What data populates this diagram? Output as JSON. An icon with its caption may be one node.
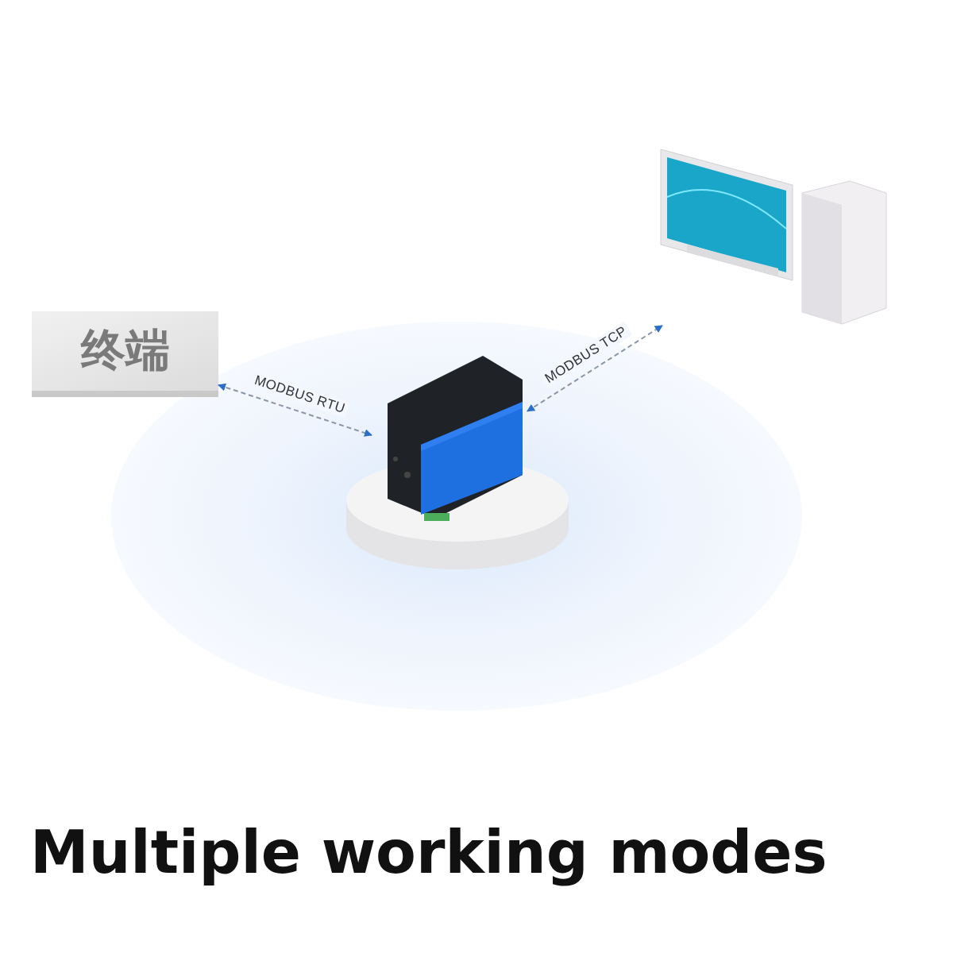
{
  "diagram": {
    "title": "Multiple working modes",
    "nodes": [
      {
        "text": [
          "终端"
        ]
      },
      {
        "text": [],
        "shape": "picture"
      },
      {
        "text": [],
        "shape": "picture"
      }
    ],
    "edges": [
      {
        "from": 0,
        "to": 1,
        "arrow": "both",
        "label": "MODBUS RTU",
        "style": "dashed"
      },
      {
        "from": 1,
        "to": 2,
        "arrow": "both",
        "label": "MODBUS TCP",
        "style": "dashed"
      }
    ]
  }
}
